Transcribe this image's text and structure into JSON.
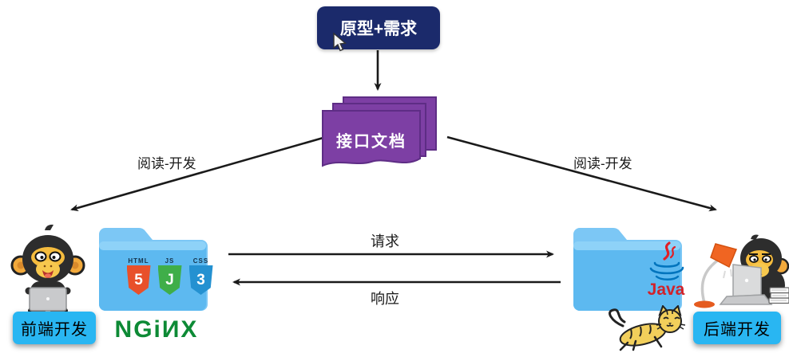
{
  "flow": {
    "prototype_box": "原型+需求",
    "api_doc": "接口文档",
    "read_develop_left": "阅读-开发",
    "read_develop_right": "阅读-开发",
    "request": "请求",
    "response": "响应"
  },
  "frontend": {
    "role": "前端开发",
    "nginx_logo": "NGiИX",
    "badges": [
      {
        "label": "HTML",
        "glyph": "5"
      },
      {
        "label": "JS",
        "glyph": "J"
      },
      {
        "label": "CSS",
        "glyph": "3"
      }
    ]
  },
  "backend": {
    "role": "后端开发",
    "java_logo": "Java"
  },
  "colors": {
    "prototype_box_bg": "#1b2a6b",
    "doc_purple": "#7d3fa4",
    "doc_purple_border": "#5e2d85",
    "folder_blue_front": "#5db9f0",
    "folder_blue_back": "#7cc7f5",
    "role_badge_bg": "#29b6f2",
    "nginx_green": "#0d8a35",
    "html5_orange": "#e8502a",
    "js_green": "#3fae49",
    "css3_blue": "#2491d1",
    "java_red": "#d1222a",
    "java_blue": "#0074bd",
    "tomcat_yellow": "#f2cf5b",
    "lamp_orange": "#f06522",
    "monkey_face_yellow": "#f5bc3e",
    "arrow_black": "#1a1a1a"
  }
}
